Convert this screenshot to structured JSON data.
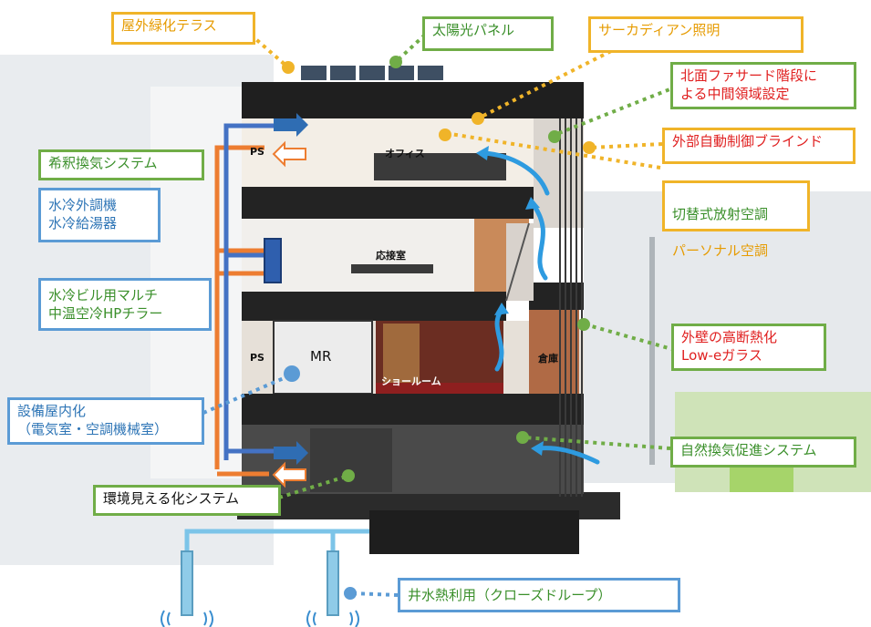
{
  "building_labels": {
    "office": "オフィス",
    "reception": "応接室",
    "showroom": "ショールーム",
    "warehouse": "倉庫",
    "mr": "MR",
    "ps_top": "PS",
    "ps_mid": "PS"
  },
  "callouts": {
    "rooftop_terrace": "屋外緑化テラス",
    "solar_panel": "太陽光パネル",
    "circadian_lighting": "サーカディアン照明",
    "north_facade": "北面ファサード階段に\nよる中間領域設定",
    "auto_blind": "外部自動制御ブラインド",
    "radiant_ac": "切替式放射空調",
    "personal_ac": "パーソナル空調",
    "dilution_vent": "希釈換気システム",
    "water_cooled_unit": "水冷外調機\n水冷給湯器",
    "multi_chiller": "水冷ビル用マルチ\n中温空冷HPチラー",
    "high_insulation": "外壁の高断熱化\nLow-eガラス",
    "indoor_equipment": "設備屋内化\n（電気室・空調機械室）",
    "natural_vent": "自然換気促進システム",
    "env_visualization": "環境見える化システム",
    "well_water": "井水熱利用（クローズドループ）"
  },
  "colors": {
    "green": "#70ad47",
    "blue": "#5b9bd5",
    "yellow": "#f0b429",
    "red_text": "#e02020",
    "pipe_orange": "#ed7d31",
    "pipe_blue": "#4472c4",
    "water_pipe": "#7cc4e8",
    "airflow": "#2e9be0"
  }
}
